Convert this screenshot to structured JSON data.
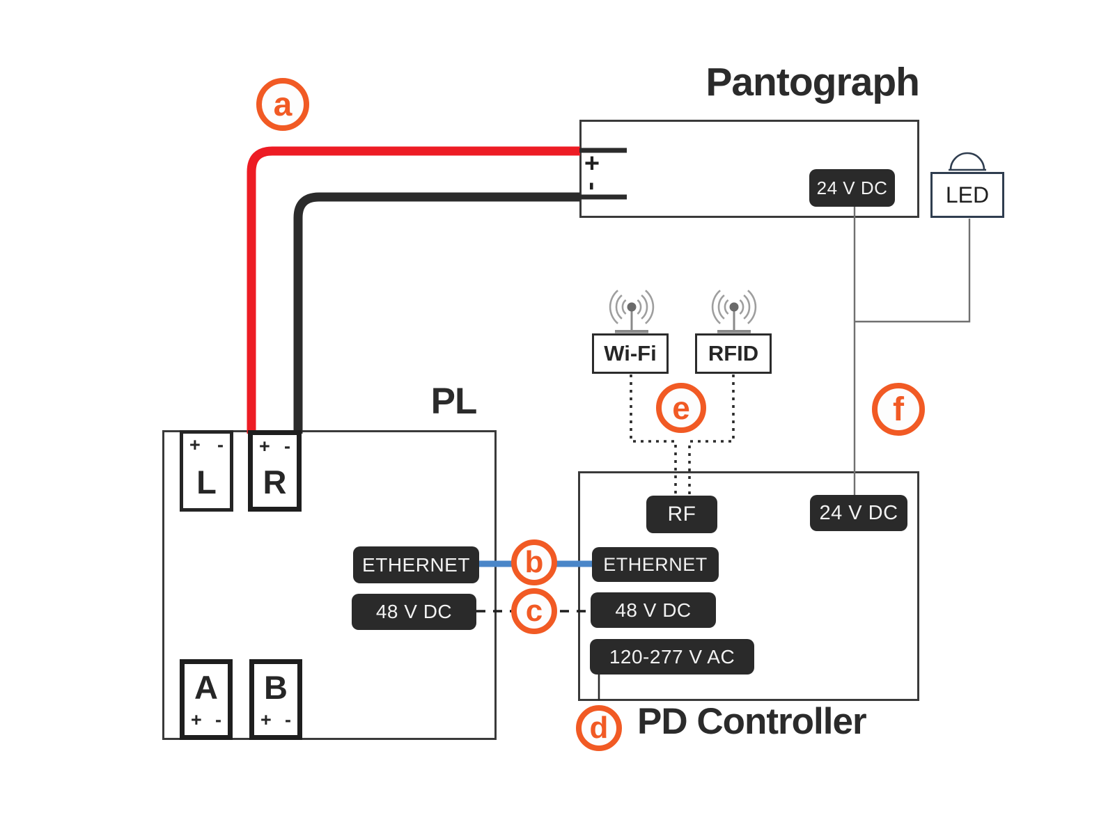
{
  "callouts": {
    "a": "a",
    "b": "b",
    "c": "c",
    "d": "d",
    "e": "e",
    "f": "f"
  },
  "symbols": {
    "plus": "+",
    "minus": "-"
  },
  "pantograph": {
    "title": "Pantograph",
    "badge_24v": "24 V DC"
  },
  "led": {
    "label": "LED"
  },
  "wireless": {
    "wifi": "Wi-Fi",
    "rfid": "RFID"
  },
  "pl": {
    "title": "PL",
    "terminal_l": "L",
    "terminal_r": "R",
    "terminal_a": "A",
    "terminal_b": "B",
    "ethernet": "ETHERNET",
    "dc48": "48 V DC"
  },
  "pd": {
    "title": "PD Controller",
    "rf": "RF",
    "dc24": "24 V DC",
    "ethernet": "ETHERNET",
    "dc48": "48 V DC",
    "ac": "120-277 V AC"
  },
  "colors": {
    "orange": "#f15a24",
    "wire_red": "#ed1c24",
    "wire_black": "#2b2b2b",
    "wire_blue": "#4a86c8",
    "wire_thin_gray": "#707070",
    "badge_bg": "#2a2a2a",
    "badge_text": "#f2f2f2"
  }
}
